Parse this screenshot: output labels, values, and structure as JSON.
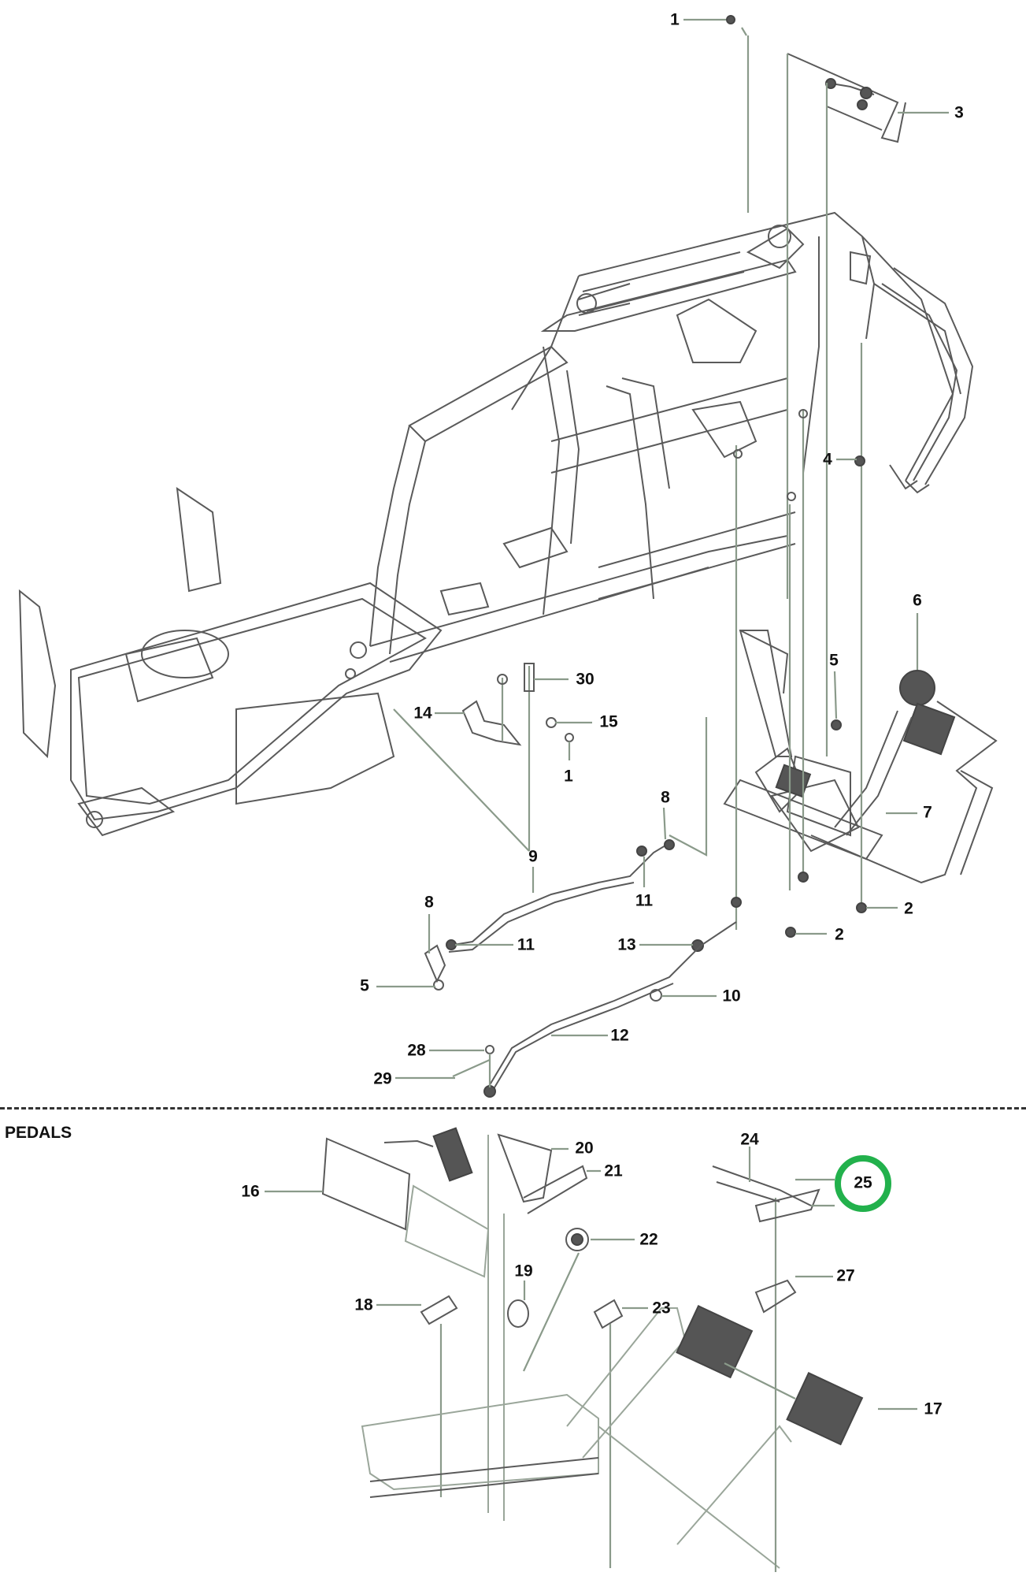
{
  "diagram": {
    "type": "exploded-parts-diagram",
    "highlight_color": "#22b14c",
    "highlighted_part": "25",
    "sections": [
      {
        "name": "frame",
        "title": "",
        "callouts": [
          "1",
          "3",
          "4",
          "5",
          "6",
          "7",
          "2",
          "2",
          "30",
          "14",
          "15",
          "1",
          "8",
          "9",
          "11",
          "8",
          "11",
          "13",
          "5",
          "10",
          "12",
          "28",
          "29"
        ]
      },
      {
        "name": "pedals",
        "title": "PEDALS",
        "callouts": [
          "20",
          "21",
          "16",
          "24",
          "25",
          "22",
          "19",
          "27",
          "18",
          "23",
          "17"
        ]
      }
    ],
    "labels": {
      "l1a": "1",
      "l3": "3",
      "l4": "4",
      "l5a": "5",
      "l6": "6",
      "l7": "7",
      "l2a": "2",
      "l2b": "2",
      "l30": "30",
      "l14": "14",
      "l15": "15",
      "l1b": "1",
      "l8a": "8",
      "l9": "9",
      "l11a": "11",
      "l8b": "8",
      "l11b": "11",
      "l13": "13",
      "l5b": "5",
      "l10": "10",
      "l12": "12",
      "l28": "28",
      "l29": "29",
      "l20": "20",
      "l21": "21",
      "l16": "16",
      "l24": "24",
      "l25": "25",
      "l22": "22",
      "l19": "19",
      "l27": "27",
      "l18": "18",
      "l23": "23",
      "l17": "17"
    },
    "pedals_title": "PEDALS"
  }
}
